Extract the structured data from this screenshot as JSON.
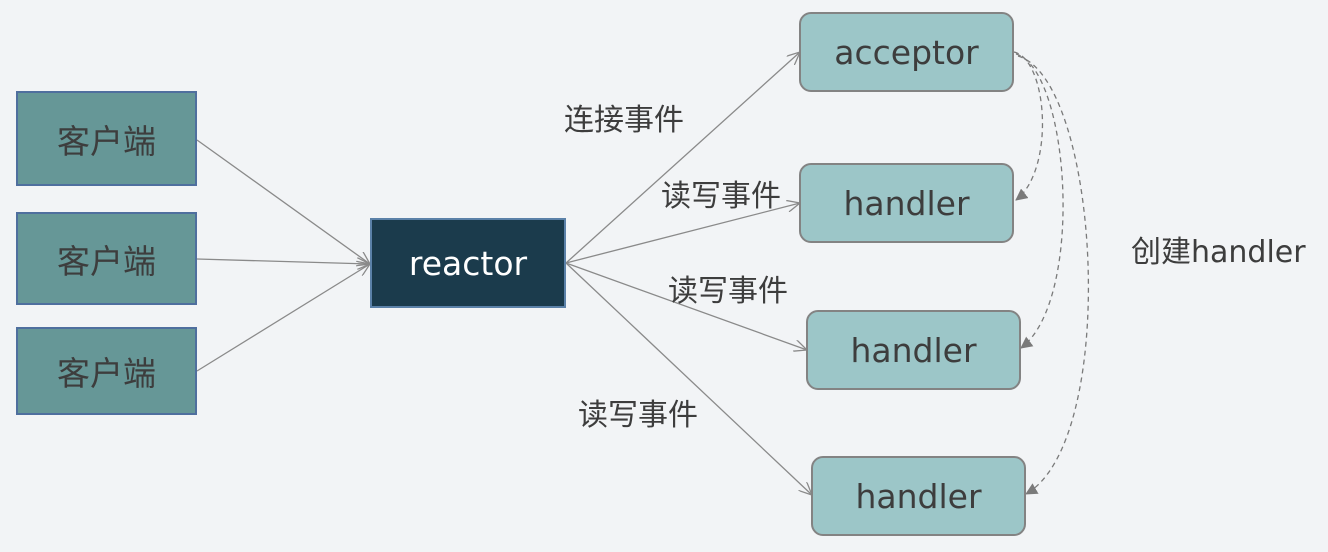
{
  "diagram": {
    "clients": [
      {
        "label": "客户端"
      },
      {
        "label": "客户端"
      },
      {
        "label": "客户端"
      }
    ],
    "reactor": {
      "label": "reactor"
    },
    "acceptor": {
      "label": "acceptor"
    },
    "handlers": [
      {
        "label": "handler"
      },
      {
        "label": "handler"
      },
      {
        "label": "handler"
      }
    ],
    "edge_labels": {
      "connect_event": "连接事件",
      "rw_event_1": "读写事件",
      "rw_event_2": "读写事件",
      "rw_event_3": "读写事件",
      "create_handler": "创建handler"
    },
    "colors": {
      "background": "#f2f4f6",
      "client_fill": "#669797",
      "client_border": "#4f6f9e",
      "reactor_fill": "#1b3b4c",
      "handler_fill": "#9cc6c8",
      "edge": "#8a8a8a"
    }
  }
}
